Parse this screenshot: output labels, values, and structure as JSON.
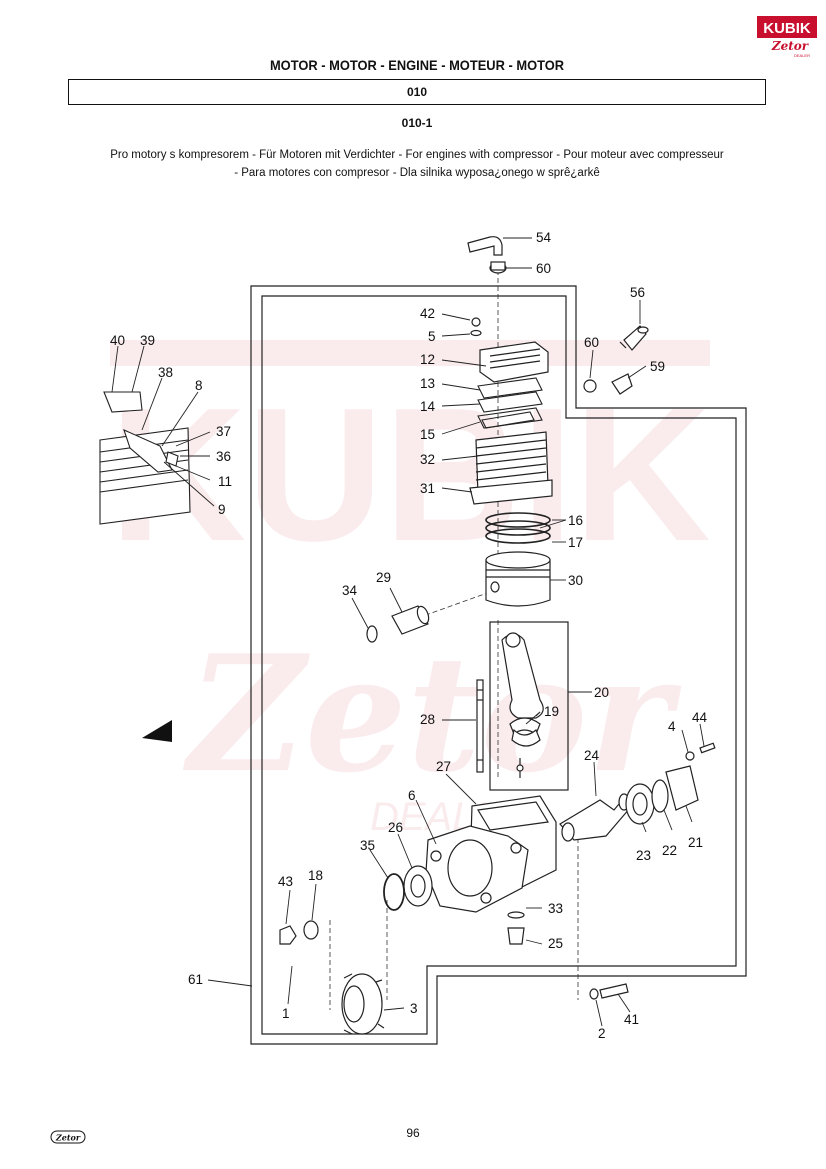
{
  "header": {
    "title": "MOTOR - MOTOR - ENGINE - MOTEUR - MOTOR",
    "section_code": "010",
    "subsection_code": "010-1"
  },
  "description": {
    "line1": "Pro motory s kompresorem - Für Motoren mit Verdichter - For engines with compressor - Pour moteur avec compresseur",
    "line2": "- Para motores con compresor - Dla silnika wyposa¿onego w sprê¿arkê"
  },
  "logo": {
    "text": "KUBIK",
    "sub": "Zetor",
    "tag": "DEALER",
    "color": "#c8102e"
  },
  "watermark": {
    "text": "KUBIK",
    "sub": "Zetor",
    "tag": "DEALER"
  },
  "parts": [
    {
      "n": "54"
    },
    {
      "n": "60"
    },
    {
      "n": "56"
    },
    {
      "n": "42"
    },
    {
      "n": "5"
    },
    {
      "n": "60"
    },
    {
      "n": "59"
    },
    {
      "n": "12"
    },
    {
      "n": "13"
    },
    {
      "n": "14"
    },
    {
      "n": "15"
    },
    {
      "n": "32"
    },
    {
      "n": "31"
    },
    {
      "n": "40"
    },
    {
      "n": "39"
    },
    {
      "n": "38"
    },
    {
      "n": "8"
    },
    {
      "n": "37"
    },
    {
      "n": "36"
    },
    {
      "n": "11"
    },
    {
      "n": "9"
    },
    {
      "n": "16"
    },
    {
      "n": "17"
    },
    {
      "n": "29"
    },
    {
      "n": "34"
    },
    {
      "n": "30"
    },
    {
      "n": "20"
    },
    {
      "n": "19"
    },
    {
      "n": "28"
    },
    {
      "n": "4"
    },
    {
      "n": "44"
    },
    {
      "n": "27"
    },
    {
      "n": "24"
    },
    {
      "n": "6"
    },
    {
      "n": "26"
    },
    {
      "n": "35"
    },
    {
      "n": "21"
    },
    {
      "n": "22"
    },
    {
      "n": "23"
    },
    {
      "n": "43"
    },
    {
      "n": "18"
    },
    {
      "n": "33"
    },
    {
      "n": "25"
    },
    {
      "n": "61"
    },
    {
      "n": "1"
    },
    {
      "n": "3"
    },
    {
      "n": "2"
    },
    {
      "n": "41"
    }
  ],
  "footer": {
    "page_number": "96",
    "brand": "Zetor"
  }
}
